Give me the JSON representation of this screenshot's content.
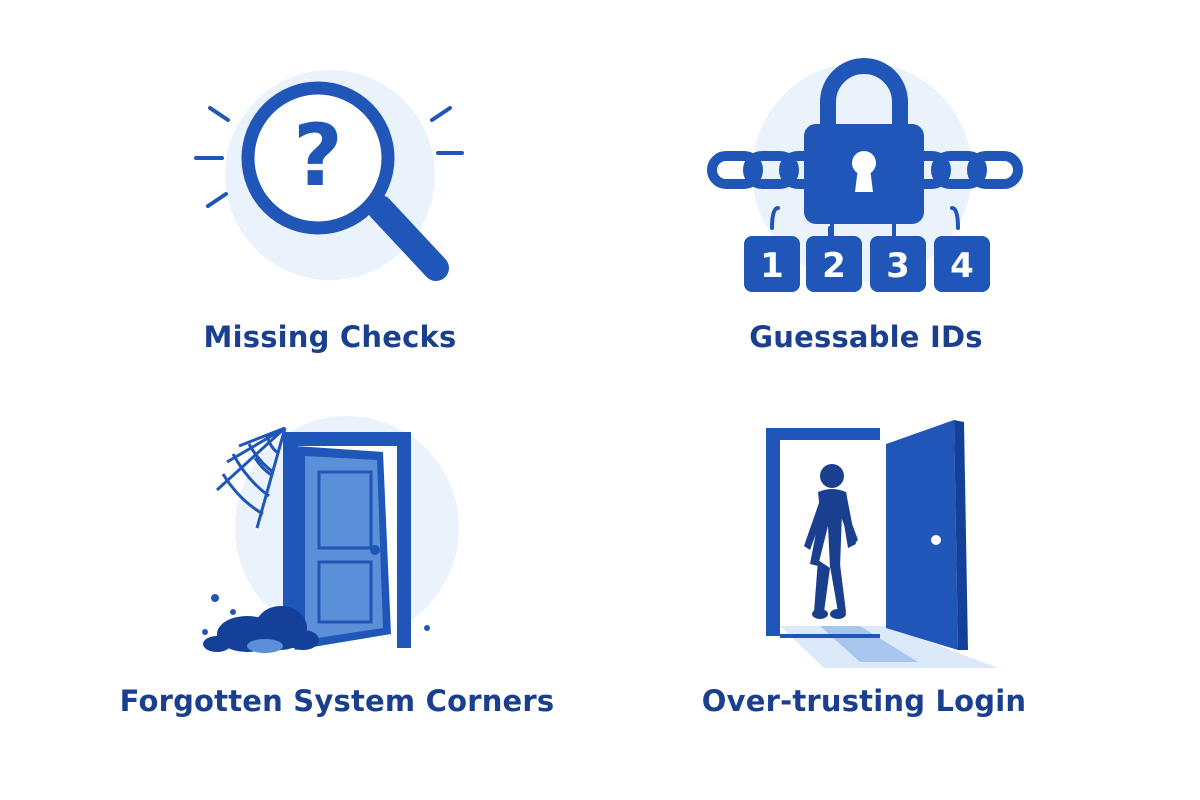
{
  "colors": {
    "primary": "#1f56b8",
    "dark": "#15409a",
    "mid": "#5b8fd8",
    "circle": "#eaf2fc",
    "text": "#1a3f8f"
  },
  "cards": [
    {
      "label": "Missing Checks",
      "icon": "magnifier-question-icon"
    },
    {
      "label": "Guessable IDs",
      "icon": "padlock-chain-icon",
      "tags": [
        "1",
        "2",
        "3",
        "4"
      ]
    },
    {
      "label": "Forgotten System Corners",
      "icon": "dusty-door-icon"
    },
    {
      "label": "Over-trusting Login",
      "icon": "open-door-person-icon"
    }
  ]
}
